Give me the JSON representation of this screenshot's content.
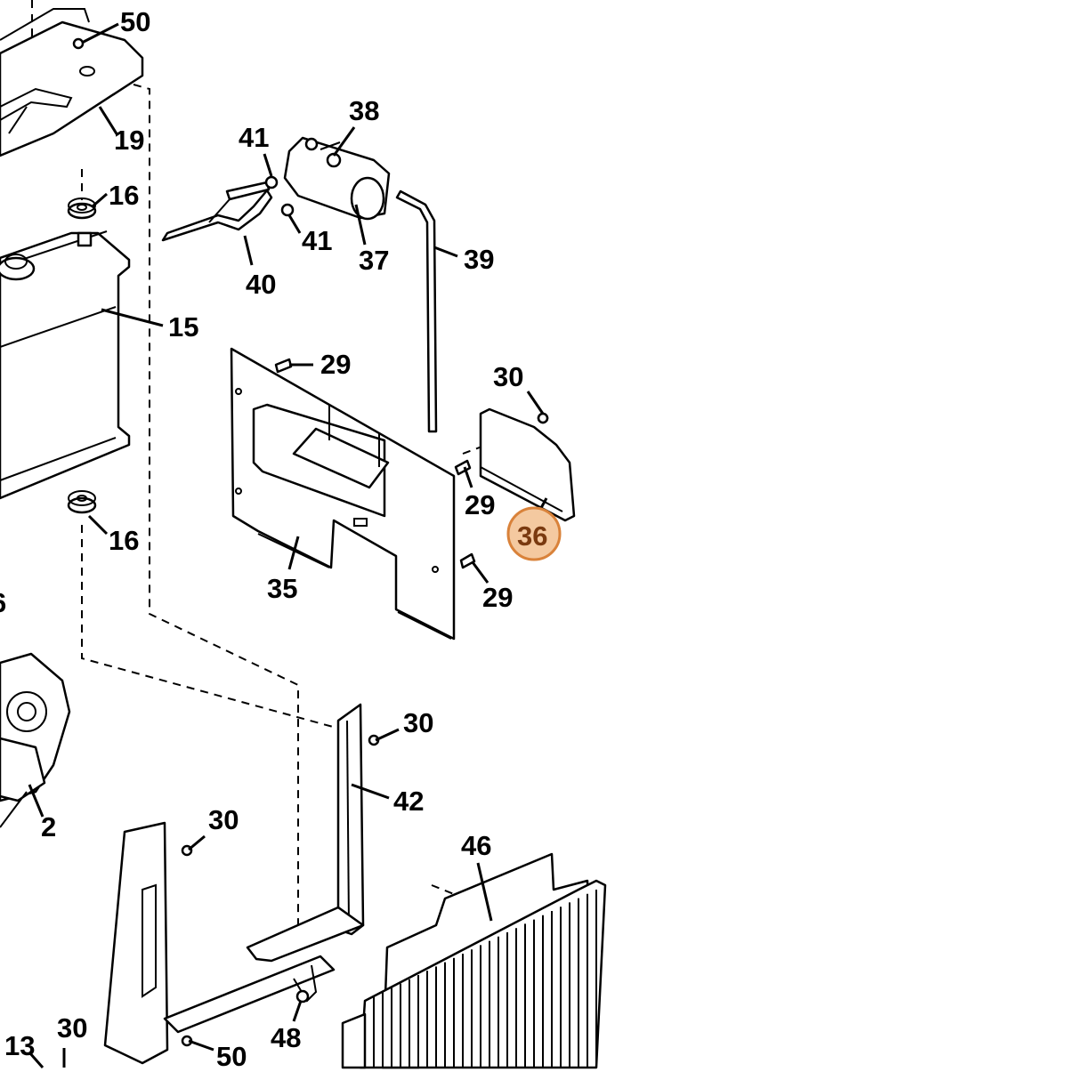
{
  "diagram": {
    "highlight_color": "#f4c9a0",
    "highlight_border": "#d9823a",
    "callouts": {
      "c50_top": "50",
      "c19": "19",
      "c16_top": "16",
      "c15": "15",
      "c16_bottom": "16",
      "c6": "6",
      "c2": "2",
      "c13": "13",
      "c30_bottom_left": "30",
      "c50_bottom": "50",
      "c48": "48",
      "c30_bracket": "30",
      "c42": "42",
      "c30_upper_bracket": "30",
      "c46": "46",
      "c41_top": "41",
      "c41_bottom": "41",
      "c40": "40",
      "c38": "38",
      "c37": "37",
      "c39": "39",
      "c29_top": "29",
      "c35": "35",
      "c29_mid": "29",
      "c29_bottom": "29",
      "c30_right": "30",
      "c36": "36"
    }
  }
}
